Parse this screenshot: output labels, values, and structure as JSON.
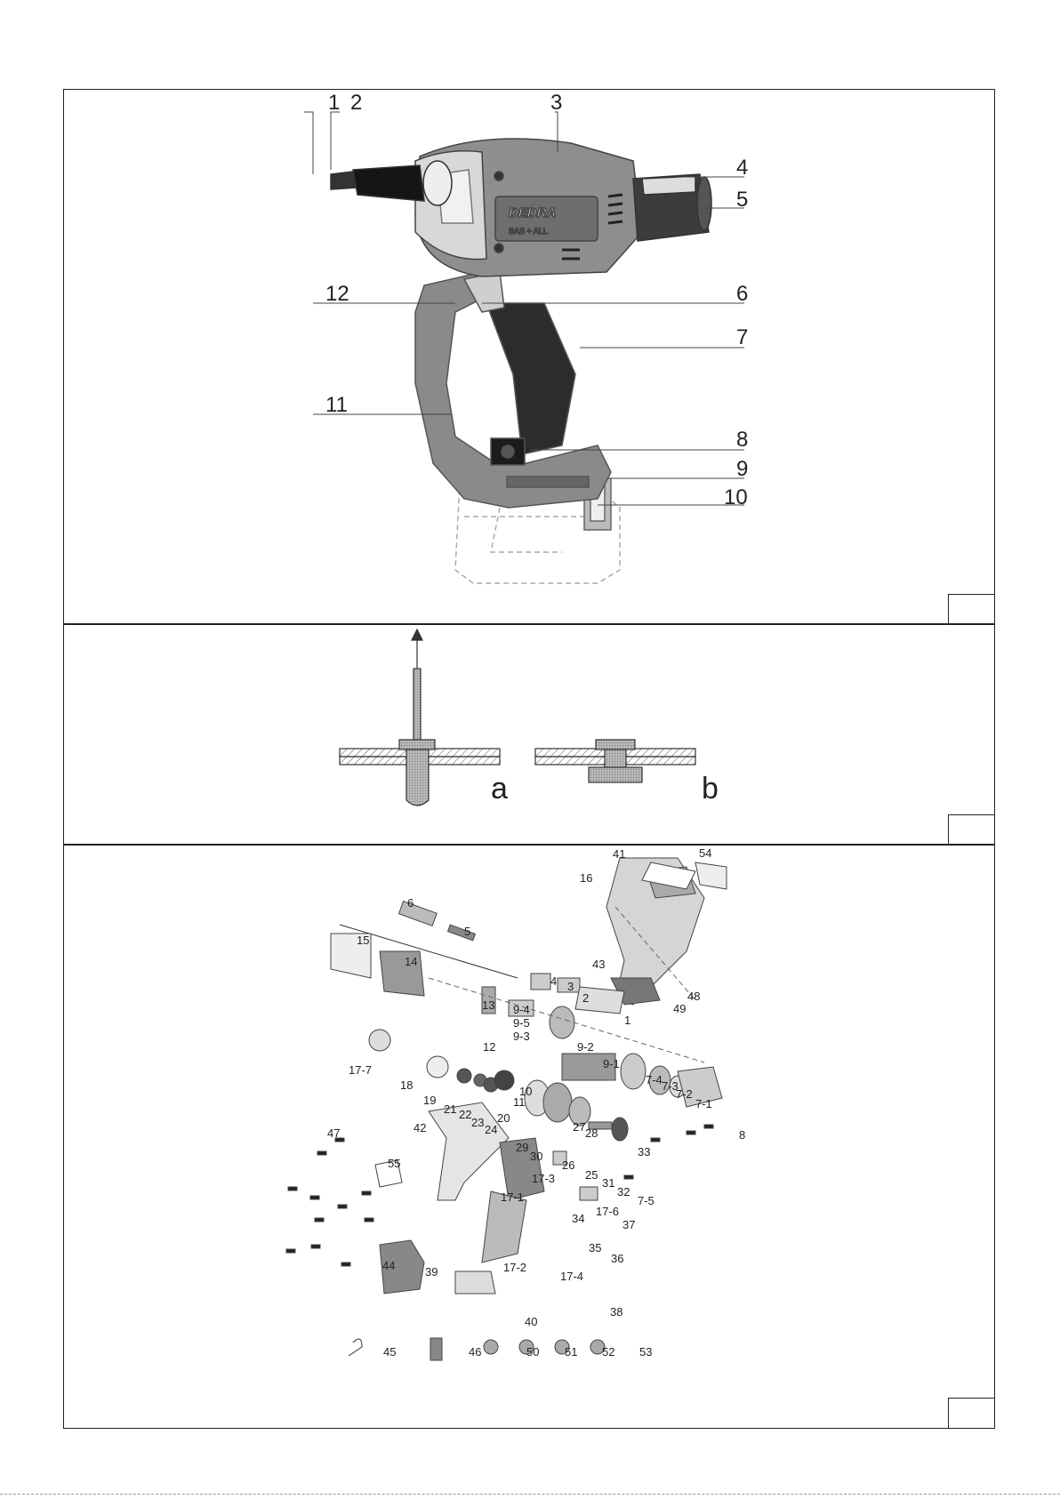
{
  "figure1": {
    "callouts": [
      "1",
      "2",
      "3",
      "4",
      "5",
      "6",
      "7",
      "8",
      "9",
      "10",
      "11",
      "12"
    ],
    "brand": "DEDRA",
    "badge": "SAS + ALL",
    "figure_number": ""
  },
  "figure2": {
    "labels": [
      "a",
      "b"
    ],
    "figure_number": ""
  },
  "figure3": {
    "part_numbers": [
      "41",
      "54",
      "16",
      "6",
      "5",
      "15",
      "14",
      "4",
      "3",
      "2",
      "43",
      "48",
      "49",
      "1",
      "13",
      "9-4",
      "9-5",
      "9-3",
      "12",
      "9-2",
      "9-1",
      "17-7",
      "18",
      "19",
      "21",
      "22",
      "23",
      "24",
      "20",
      "10",
      "11",
      "7-4",
      "7-3",
      "7-2",
      "7-1",
      "29",
      "30",
      "27",
      "28",
      "26",
      "25",
      "31",
      "32",
      "33",
      "7-5",
      "8",
      "47",
      "42",
      "55",
      "17-3",
      "17-1",
      "34",
      "17-6",
      "37",
      "35",
      "36",
      "17-2",
      "17-4",
      "44",
      "39",
      "40",
      "38",
      "45",
      "46",
      "50",
      "51",
      "52",
      "53"
    ],
    "figure_number": ""
  }
}
